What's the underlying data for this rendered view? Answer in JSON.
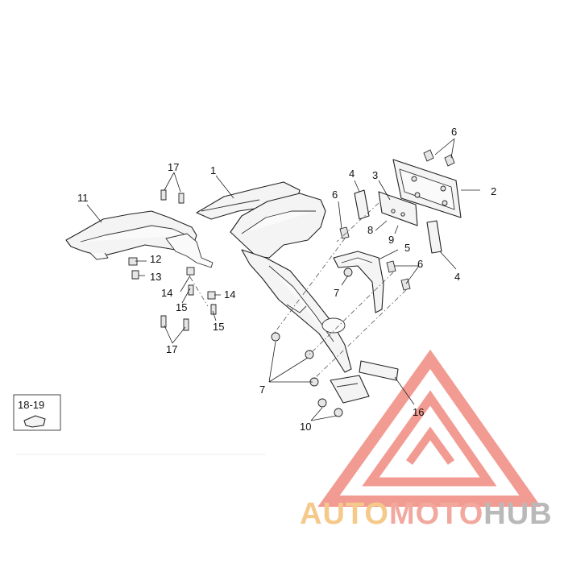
{
  "callouts": {
    "c1": "1",
    "c2": "2",
    "c3": "3",
    "c4a": "4",
    "c4b": "4",
    "c5": "5",
    "c6a": "6",
    "c6b": "6",
    "c6c": "6",
    "c7a": "7",
    "c7b": "7",
    "c8": "8",
    "c9": "9",
    "c10": "10",
    "c11": "11",
    "c12": "12",
    "c13": "13",
    "c14a": "14",
    "c14b": "14",
    "c15a": "15",
    "c15b": "15",
    "c16": "16",
    "c17a": "17",
    "c17b": "17"
  },
  "kit_box": {
    "label": "18-19"
  },
  "watermark": {
    "part1": "AUTO",
    "part2": "MOTO",
    "part3": "HUB",
    "colors": {
      "triangle": "#f08a80",
      "auto": "#f5c98a",
      "moto": "#f2a89e",
      "hub": "#b9b9b9"
    }
  }
}
